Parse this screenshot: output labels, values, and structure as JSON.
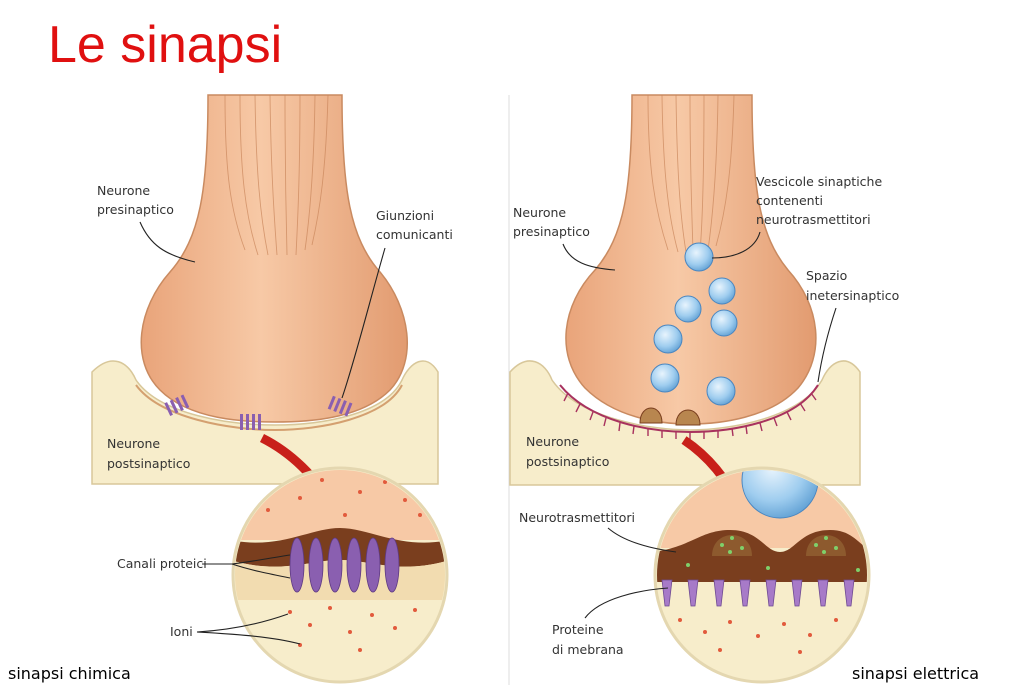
{
  "title": "Le sinapsi",
  "title_color": "#e01010",
  "left_panel": {
    "labels": {
      "presynaptic": [
        "Neurone",
        "presinaptico"
      ],
      "gap_junctions": [
        "Giunzioni",
        "comunicanti"
      ],
      "postsynaptic": [
        "Neurone",
        "postsinaptico"
      ],
      "protein_channels": "Canali proteici",
      "ions": "Ioni"
    },
    "caption": "sinapsi chimica"
  },
  "right_panel": {
    "labels": {
      "vesicles": [
        "Vescicole sinaptiche",
        "contenenti",
        "neurotrasmettitori"
      ],
      "presynaptic": [
        "Neurone",
        "presinaptico"
      ],
      "synaptic_space": [
        "Spazio",
        "inetersinaptico"
      ],
      "postsynaptic": [
        "Neurone",
        "postsinaptico"
      ],
      "neurotransmitters": "Neurotrasmettitori",
      "membrane_proteins": [
        "Proteine",
        "di mebrana"
      ]
    },
    "caption": "sinapsi elettrica"
  },
  "colors": {
    "neuron": "#f2b48e",
    "neuron_dark": "#d98a5e",
    "postsynaptic": "#f7edcb",
    "channel": "#8a5fb0",
    "arrow": "#c8201a",
    "vesicle": "#8fc4ec",
    "membrane_dark": "#7a3e1e"
  }
}
